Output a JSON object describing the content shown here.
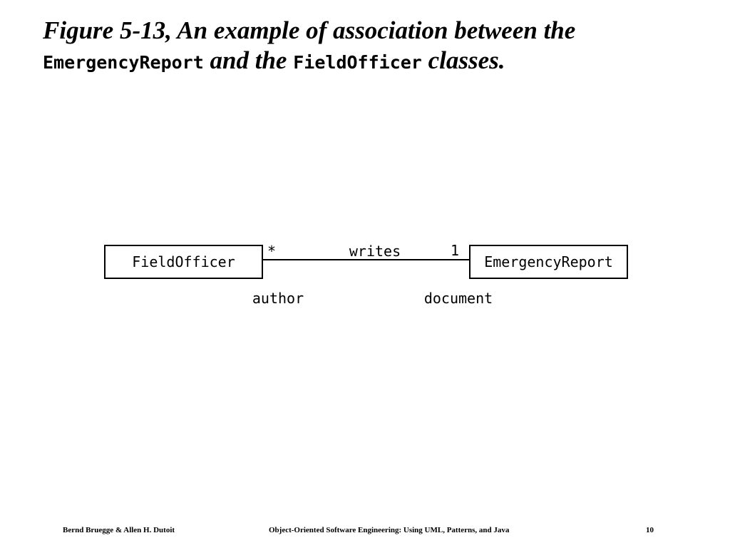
{
  "title": {
    "part1": "Figure 5-13, An example of association between the",
    "class_a": "EmergencyReport",
    "part2": " and the ",
    "class_b": "FieldOfficer",
    "part3": " classes."
  },
  "diagram": {
    "left_class": "FieldOfficer",
    "right_class": "EmergencyReport",
    "association_name": "writes",
    "left_multiplicity": "*",
    "right_multiplicity": "1",
    "left_role": "author",
    "right_role": "document"
  },
  "footer": {
    "authors": "Bernd Bruegge & Allen H. Dutoit",
    "book": "Object-Oriented Software Engineering: Using UML, Patterns, and Java",
    "page": "10"
  }
}
